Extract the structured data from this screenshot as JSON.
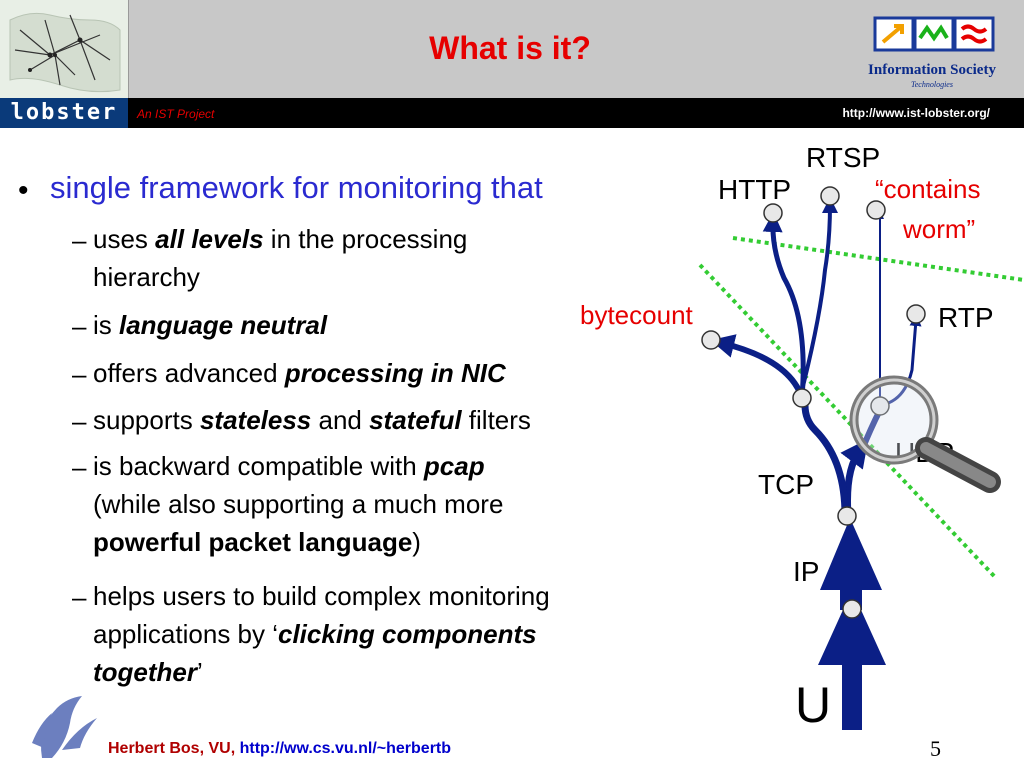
{
  "header": {
    "title": "What is it?",
    "logo_text": "lobster",
    "subtitle": "An IST Project",
    "url": "http://www.ist-lobster.org/",
    "ist_logo_line1": "Information Society",
    "ist_logo_line2": "Technologies"
  },
  "content": {
    "main_bullet": "single framework for monitoring that",
    "items": [
      {
        "pre": "uses ",
        "em": "all levels",
        "post": " in the processing",
        "line2": "hierarchy"
      },
      {
        "pre": "is ",
        "em": "language neutral",
        "post": ""
      },
      {
        "pre": "offers advanced ",
        "em": "processing in NIC",
        "post": ""
      },
      {
        "pre": "supports ",
        "em": "stateless",
        "mid": " and ",
        "em2": "stateful",
        "post": " filters"
      },
      {
        "pre": "is backward compatible with ",
        "em": "pcap",
        "line2": "(while also supporting a much more",
        "line3_b": "powerful packet language",
        "line3_post": ")"
      },
      {
        "line1": "helps users to build complex monitoring",
        "line2_pre": "applications by ‘",
        "line2_em": "clicking components",
        "line3_em": "together",
        "line3_post": "’"
      }
    ]
  },
  "diagram": {
    "labels": {
      "rtsp": "RTSP",
      "http": "HTTP",
      "contains_worm_1": "“contains",
      "contains_worm_2": "worm”",
      "bytecount": "bytecount",
      "rtp": "RTP",
      "udp": "UDP",
      "tcp": "TCP",
      "ip": "IP",
      "u": "U"
    },
    "colors": {
      "pipe": "#0b1f86",
      "green": "#33cc33",
      "red": "#e60000"
    }
  },
  "footer": {
    "author": "Herbert Bos, VU, ",
    "url": "http://ww.cs.vu.nl/~herbertb",
    "page": "5"
  }
}
